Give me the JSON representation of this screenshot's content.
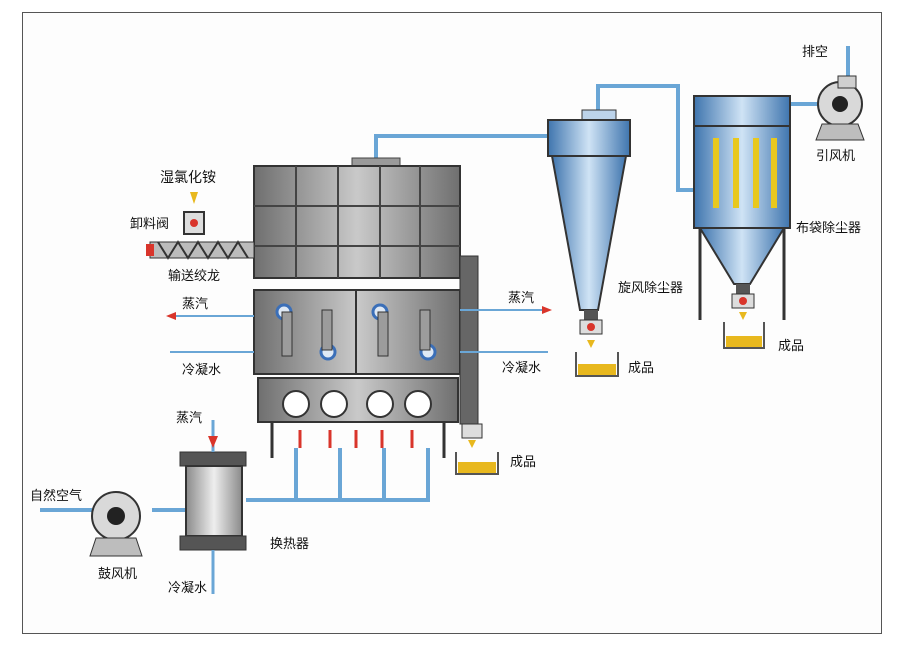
{
  "labels": {
    "wet_material": "湿氯化铵",
    "discharge_valve": "卸料阀",
    "screw_conveyor": "输送绞龙",
    "steam_left": "蒸汽",
    "condensate_left": "冷凝水",
    "steam_right": "蒸汽",
    "condensate_right": "冷凝水",
    "product_dryer": "成品",
    "cyclone": "旋风除尘器",
    "product_cyclone": "成品",
    "bag_filter": "布袋除尘器",
    "product_bag": "成品",
    "induced_fan": "引风机",
    "exhaust": "排空",
    "steam_hx": "蒸汽",
    "natural_air": "自然空气",
    "blower": "鼓风机",
    "condensate_hx": "冷凝水",
    "heat_exchanger": "换热器"
  },
  "colors": {
    "pipe_blue": "#6aa6d6",
    "body_gray": "#8a8a8a",
    "cyclone_blue": "#5b8ec4",
    "steam_red": "#d9352b",
    "product_yellow": "#e8b81e"
  }
}
